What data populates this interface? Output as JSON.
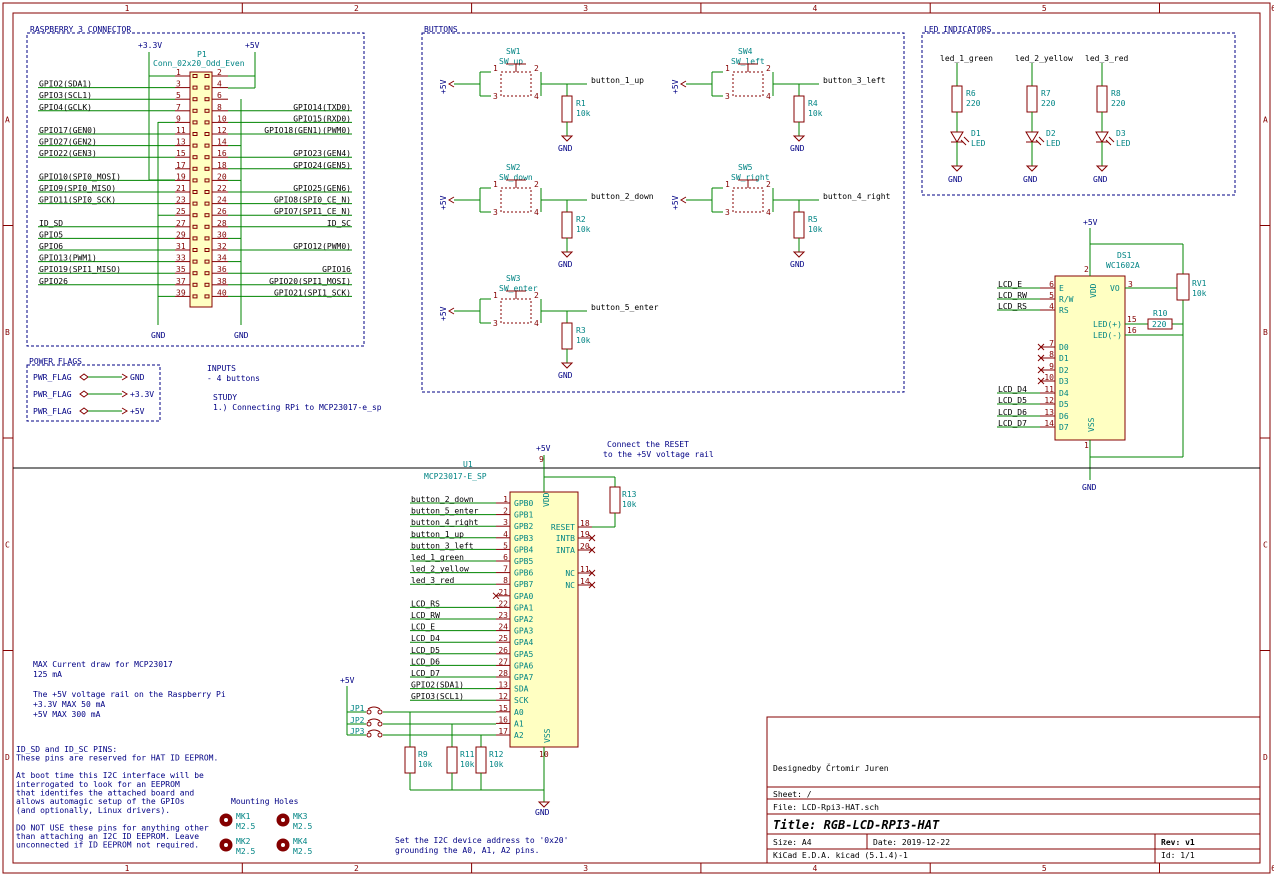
{
  "frame": {
    "col_labels": [
      "1",
      "2",
      "3",
      "4",
      "5",
      "6"
    ],
    "row_labels": [
      "A",
      "B",
      "C",
      "D"
    ]
  },
  "sections": {
    "rpi": "RASPBERRY 3 CONNECTOR",
    "buttons": "BUTTONS",
    "leds": "LED INDICATORS",
    "power_flags": "POWER FLAGS"
  },
  "connector": {
    "ref": "P1",
    "value": "Conn_02x20_Odd_Even",
    "left_pins": [
      "1",
      "3",
      "5",
      "7",
      "9",
      "11",
      "13",
      "15",
      "17",
      "19",
      "21",
      "23",
      "25",
      "27",
      "29",
      "31",
      "33",
      "35",
      "37",
      "39"
    ],
    "right_pins": [
      "2",
      "4",
      "6",
      "8",
      "10",
      "12",
      "14",
      "16",
      "18",
      "20",
      "22",
      "24",
      "26",
      "28",
      "30",
      "32",
      "34",
      "36",
      "38",
      "40"
    ],
    "left_labels": [
      "",
      "GPIO2(SDA1)",
      "GPIO3(SCL1)",
      "GPIO4(GCLK)",
      "",
      "GPIO17(GEN0)",
      "GPIO27(GEN2)",
      "GPIO22(GEN3)",
      "",
      "GPIO10(SPI0_MOSI)",
      "GPIO9(SPI0_MISO)",
      "GPIO11(SPI0_SCK)",
      "",
      "ID_SD",
      "GPIO5",
      "GPIO6",
      "GPIO13(PWM1)",
      "GPIO19(SPI1_MISO)",
      "GPIO26",
      ""
    ],
    "right_labels": [
      "",
      "",
      "",
      "GPIO14(TXD0)",
      "GPIO15(RXD0)",
      "GPIO18(GEN1)(PWM0)",
      "",
      "GPIO23(GEN4)",
      "GPIO24(GEN5)",
      "",
      "GPIO25(GEN6)",
      "GPIO8(SPI0_CE_N)",
      "GPIO7(SPI1_CE_N)",
      "ID_SC",
      "",
      "GPIO12(PWM0)",
      "",
      "GPIO16",
      "GPIO20(SPI1_MOSI)",
      "GPIO21(SPI1_SCK)"
    ],
    "v33": "+3.3V",
    "v5": "+5V",
    "gnd": "GND"
  },
  "power_flags": [
    {
      "label": "PWR_FLAG",
      "net": "GND"
    },
    {
      "label": "PWR_FLAG",
      "net": "+3.3V"
    },
    {
      "label": "PWR_FLAG",
      "net": "+5V"
    }
  ],
  "notes": {
    "inputs_title": "INPUTS",
    "inputs_line": "- 4 buttons",
    "study_title": "STUDY",
    "study_line": "1.) Connecting RPi to MCP23017-e_sp",
    "reset_note1": "Connect the RESET",
    "reset_note2": "to the +5V voltage rail",
    "max_current": [
      "MAX Current draw for MCP23017",
      "125 mA",
      "",
      "The +5V voltage rail on the Raspberry Pi",
      "+3.3V MAX 50 mA",
      "+5V MAX 300 mA"
    ],
    "id_pins": [
      "ID_SD and ID_SC PINS:",
      "These pins are reserved for HAT ID EEPROM.",
      "",
      "At boot time this I2C interface will be",
      "interrogated to look for an EEPROM",
      "that identifes the attached board and",
      "allows automagic setup of the GPIOs",
      "(and optionally, Linux drivers).",
      "",
      "DO NOT USE these pins for anything other",
      "than attaching an I2C ID EEPROM. Leave",
      "unconnected if ID EEPROM not required."
    ],
    "i2c_note1": "Set the I2C device address to '0x20'",
    "i2c_note2": "grounding the A0, A1, A2 pins.",
    "mounting": "Mounting Holes"
  },
  "switches": [
    {
      "ref": "SW1",
      "name": "SW_up",
      "net": "button_1_up",
      "r": "R1",
      "rv": "10k"
    },
    {
      "ref": "SW2",
      "name": "SW_down",
      "net": "button_2_down",
      "r": "R2",
      "rv": "10k"
    },
    {
      "ref": "SW3",
      "name": "SW_enter",
      "net": "button_5_enter",
      "r": "R3",
      "rv": "10k"
    },
    {
      "ref": "SW4",
      "name": "SW_left",
      "net": "button_3_left",
      "r": "R4",
      "rv": "10k"
    },
    {
      "ref": "SW5",
      "name": "SW_right",
      "net": "button_4_right",
      "r": "R5",
      "rv": "10k"
    }
  ],
  "leds": [
    {
      "net": "led_1_green",
      "r": "R6",
      "rv": "220",
      "d": "D1",
      "dv": "LED"
    },
    {
      "net": "led_2_yellow",
      "r": "R7",
      "rv": "220",
      "d": "D2",
      "dv": "LED"
    },
    {
      "net": "led_3_red",
      "r": "R8",
      "rv": "220",
      "d": "D3",
      "dv": "LED"
    }
  ],
  "lcd": {
    "ref": "DS1",
    "value": "WC1602A",
    "left_pins": [
      {
        "net": "LCD_E",
        "num": "6",
        "pin": "E"
      },
      {
        "net": "LCD_RW",
        "num": "5",
        "pin": "R/W"
      },
      {
        "net": "LCD_RS",
        "num": "4",
        "pin": "RS"
      },
      {
        "net": "",
        "num": "7",
        "pin": "D0"
      },
      {
        "net": "",
        "num": "8",
        "pin": "D1"
      },
      {
        "net": "",
        "num": "9",
        "pin": "D2"
      },
      {
        "net": "",
        "num": "10",
        "pin": "D3"
      },
      {
        "net": "LCD_D4",
        "num": "11",
        "pin": "D4"
      },
      {
        "net": "LCD_D5",
        "num": "12",
        "pin": "D5"
      },
      {
        "net": "LCD_D6",
        "num": "13",
        "pin": "D6"
      },
      {
        "net": "LCD_D7",
        "num": "14",
        "pin": "D7"
      }
    ],
    "vdd": "VDD",
    "vdd_num": "2",
    "vss": "VSS",
    "vss_num": "1",
    "vo": "VO",
    "vo_num": "3",
    "ledp": "LED(+)",
    "ledp_num": "15",
    "ledn": "LED(-)",
    "ledn_num": "16",
    "rv1": "RV1",
    "rv1v": "10k",
    "r10": "R10",
    "r10v": "220",
    "v5": "+5V",
    "gnd": "GND"
  },
  "mcp": {
    "ref": "U1",
    "value": "MCP23017-E_SP",
    "left": [
      {
        "net": "button_2_down",
        "num": "1",
        "pin": "GPB0"
      },
      {
        "net": "button_5_enter",
        "num": "2",
        "pin": "GPB1"
      },
      {
        "net": "button_4_right",
        "num": "3",
        "pin": "GPB2"
      },
      {
        "net": "button_1_up",
        "num": "4",
        "pin": "GPB3"
      },
      {
        "net": "button_3_left",
        "num": "5",
        "pin": "GPB4"
      },
      {
        "net": "led_1_green",
        "num": "6",
        "pin": "GPB5"
      },
      {
        "net": "led_2_yellow",
        "num": "7",
        "pin": "GPB6"
      },
      {
        "net": "led_3_red",
        "num": "8",
        "pin": "GPB7"
      },
      {
        "net": "",
        "num": "21",
        "pin": "GPA0"
      },
      {
        "net": "LCD_RS",
        "num": "22",
        "pin": "GPA1"
      },
      {
        "net": "LCD_RW",
        "num": "23",
        "pin": "GPA2"
      },
      {
        "net": "LCD_E",
        "num": "24",
        "pin": "GPA3"
      },
      {
        "net": "LCD_D4",
        "num": "25",
        "pin": "GPA4"
      },
      {
        "net": "LCD_D5",
        "num": "26",
        "pin": "GPA5"
      },
      {
        "net": "LCD_D6",
        "num": "27",
        "pin": "GPA6"
      },
      {
        "net": "LCD_D7",
        "num": "28",
        "pin": "GPA7"
      },
      {
        "net": "GPIO2(SDA1)",
        "num": "13",
        "pin": "SDA"
      },
      {
        "net": "GPIO3(SCL1)",
        "num": "12",
        "pin": "SCK"
      },
      {
        "net": "",
        "num": "15",
        "pin": "A0"
      },
      {
        "net": "",
        "num": "16",
        "pin": "A1"
      },
      {
        "net": "",
        "num": "17",
        "pin": "A2"
      }
    ],
    "right": [
      {
        "pin": "RESET",
        "num": "18"
      },
      {
        "pin": "INTB",
        "num": "19"
      },
      {
        "pin": "INTA",
        "num": "20"
      },
      {
        "pin": "NC",
        "num": "11"
      },
      {
        "pin": "NC",
        "num": "14"
      }
    ],
    "vdd": "VDD",
    "vdd_num": "9",
    "vss": "VSS",
    "vss_num": "10",
    "r13": "R13",
    "r13v": "10k",
    "v5": "+5V",
    "gnd": "GND",
    "jumpers": [
      "JP1",
      "JP2",
      "JP3"
    ],
    "addr_resistors": [
      {
        "r": "R9",
        "v": "10k"
      },
      {
        "r": "R11",
        "v": "10k"
      },
      {
        "r": "R12",
        "v": "10k"
      }
    ]
  },
  "mounting_holes": [
    {
      "ref": "MK1",
      "v": "M2.5"
    },
    {
      "ref": "MK2",
      "v": "M2.5"
    },
    {
      "ref": "MK3",
      "v": "M2.5"
    },
    {
      "ref": "MK4",
      "v": "M2.5"
    }
  ],
  "title_block": {
    "designed": "Designedby Črtomir Juren",
    "sheet": "Sheet: /",
    "file": "File: LCD-Rpi3-HAT.sch",
    "title": "Title: RGB-LCD-RPI3-HAT",
    "size": "Size: A4",
    "date": "Date: 2019-12-22",
    "rev": "Rev: v1",
    "tool": "KiCad E.D.A.  kicad (5.1.4)-1",
    "id": "Id: 1/1"
  }
}
